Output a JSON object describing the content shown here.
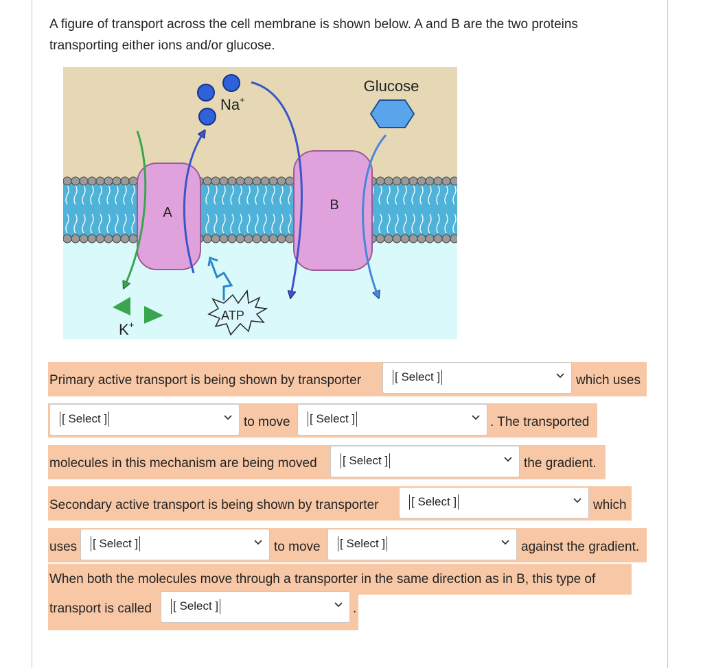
{
  "intro": {
    "line1": "A figure of transport across the cell membrane is shown below. A and B are the two proteins",
    "line2": "transporting either ions and/or glucose."
  },
  "figure": {
    "glucose_label": "Glucose",
    "na_label": "Na",
    "na_sup": "+",
    "k_label": "K",
    "k_sup": "+",
    "protein_a": "A",
    "protein_b": "B",
    "atp_label": "ATP",
    "colors": {
      "outside": "#e6d8b5",
      "inside": "#d9f9fb",
      "membrane": "#4fb3d9",
      "protein": "#e0a2dd",
      "ion_na": "#2f61d8",
      "glucose": "#5aa4ec",
      "k_ion": "#3aa54f"
    }
  },
  "questions": {
    "q1": {
      "pre": "Primary active transport is being shown by transporter",
      "post": "which uses",
      "mid": "to move",
      "post2": ". The transported",
      "line3": "molecules in this mechanism are being moved",
      "post3": "the gradient."
    },
    "q2": {
      "pre": "Secondary active transport is being shown by transporter",
      "post": "which",
      "uses": "uses",
      "mid": "to move",
      "post2": "against the gradient."
    },
    "q3": {
      "line1": "When both the molecules move through a transporter in the same direction as in B, this type of",
      "pre": "transport is called",
      "post": "."
    },
    "select_placeholder": "[ Select ]"
  }
}
